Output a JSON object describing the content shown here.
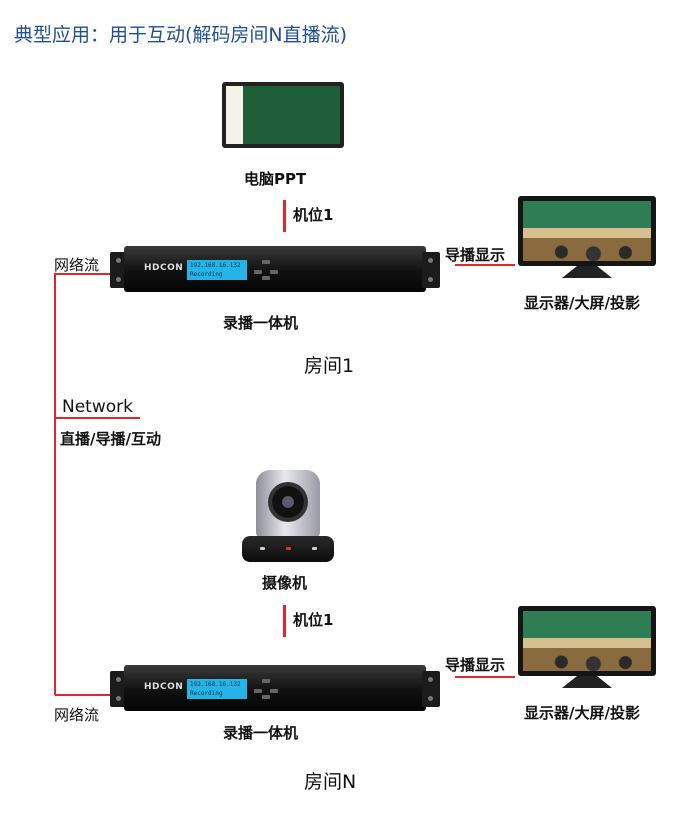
{
  "title": "典型应用：用于互动(解码房间N直播流)",
  "labels": {
    "pc_ppt": "电脑PPT",
    "camera": "摄像机",
    "position_1": "机位1",
    "position_2": "机位1",
    "guide_display_1": "导播显示",
    "guide_display_2": "导播显示",
    "network_stream_1": "网络流",
    "network_stream_2": "网络流",
    "recorder_1": "录播一体机",
    "recorder_2": "录播一体机",
    "display_1": "显示器/大屏/投影",
    "display_2": "显示器/大屏/投影",
    "room_1": "房间1",
    "room_n": "房间N",
    "network": "Network",
    "network_modes": "直播/导播/互动"
  },
  "device": {
    "brand": "HDCON",
    "lcd_line1": "192.168.16.132",
    "lcd_line2": "Recording"
  },
  "colors": {
    "title": "#1f4e9c",
    "connector": "#e4262c",
    "lcd": "#25b4e8"
  }
}
